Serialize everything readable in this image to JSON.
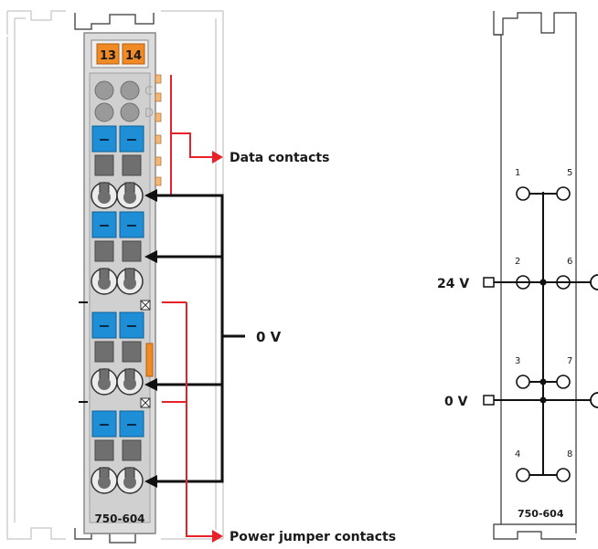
{
  "module": {
    "channel_labels": [
      "13",
      "14"
    ],
    "led_letters": [
      "C",
      "D"
    ],
    "model": "750-604"
  },
  "annotations": {
    "data_contacts": "Data contacts",
    "zero_v": "0 V",
    "power_jumper": "Power jumper contacts"
  },
  "schematic": {
    "terminals_left": [
      "1",
      "2",
      "3",
      "4"
    ],
    "terminals_right": [
      "5",
      "6",
      "7",
      "8"
    ],
    "supply_24v": "24 V",
    "supply_0v": "0 V",
    "model": "750-604"
  },
  "colors": {
    "orange": "#f08a24",
    "blue": "#1e8fd6",
    "red": "#e8202a",
    "housing": "#d9d9d9"
  }
}
